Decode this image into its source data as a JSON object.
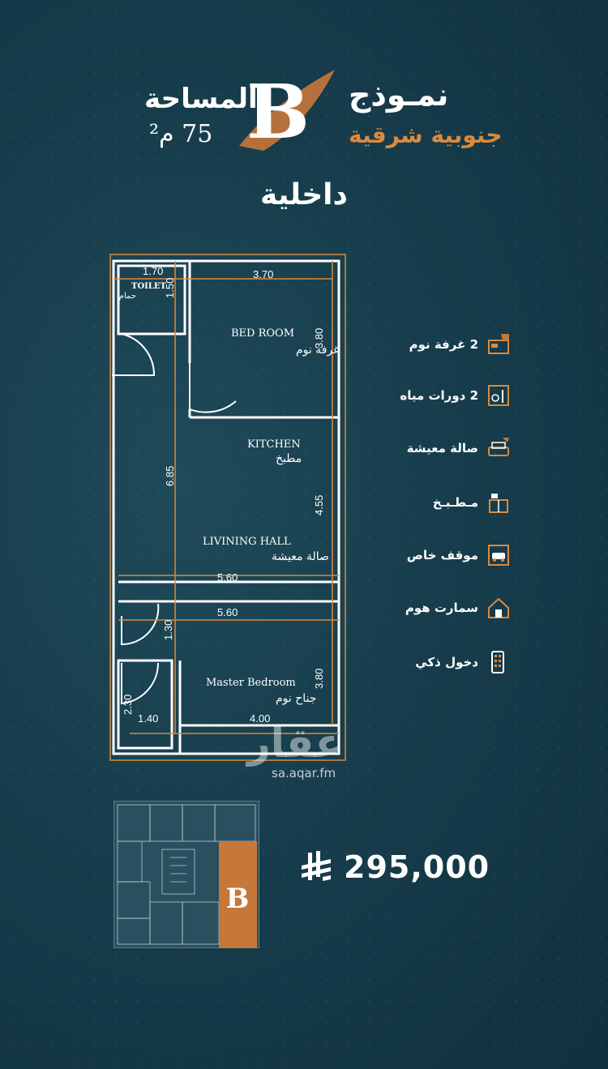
{
  "header": {
    "model_word": "نمـوذج",
    "model_letter": "B",
    "direction": "جنوبية شرقية",
    "area_label": "المساحة",
    "area_value": "75 م²",
    "subtitle": "داخلية"
  },
  "plan": {
    "toilet_en": "TOILET",
    "toilet_ar": "حمام",
    "bedroom_en": "BED ROOM",
    "bedroom_ar": "غرفة نوم",
    "kitchen_en": "KITCHEN",
    "kitchen_ar": "مطبخ",
    "living_en": "LIVINING HALL",
    "living_ar": "صالة معيشة",
    "master_en": "Master Bedroom",
    "master_ar": "جناح نوم",
    "dims": {
      "d170": "1.70",
      "d370": "3.70",
      "d150": "1.50",
      "d380a": "3.80",
      "d685": "6.85",
      "d455": "4.55",
      "d560a": "5.60",
      "d560b": "5.60",
      "d130": "1.30",
      "d380b": "3.80",
      "d230": "2.30",
      "d140": "1.40",
      "d400": "4.00"
    }
  },
  "features": [
    {
      "label": "2 غرفة نوم",
      "icon": "bed-icon"
    },
    {
      "label": "2 دورات مياه",
      "icon": "bathroom-icon"
    },
    {
      "label": "صالة معيشة",
      "icon": "sofa-icon"
    },
    {
      "label": "مـطـبـخ",
      "icon": "kitchen-icon"
    },
    {
      "label": "موقف خاص",
      "icon": "car-icon"
    },
    {
      "label": "سمارت هوم",
      "icon": "smart-home-icon"
    },
    {
      "label": "دخول ذكي",
      "icon": "keypad-icon"
    }
  ],
  "watermark": {
    "brand": "عقار",
    "url": "sa.aqar.fm"
  },
  "price": {
    "value": "295,000",
    "currency_icon": "riyal-icon"
  },
  "mini_plan": {
    "label": "B"
  },
  "colors": {
    "accent": "#d98a3e",
    "background": "#173d4c",
    "wall": "#ffffff"
  }
}
